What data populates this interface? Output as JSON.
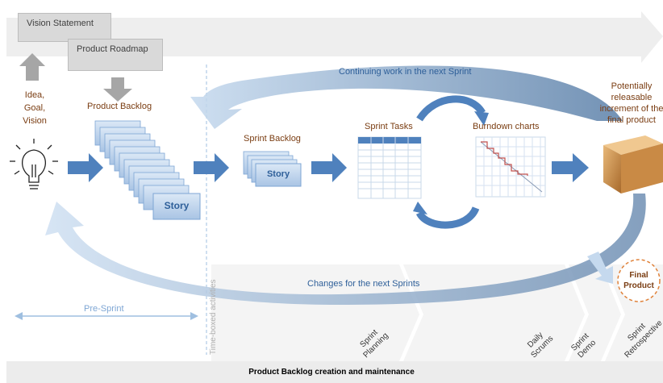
{
  "docs": {
    "vision_statement": "Vision Statement",
    "product_roadmap": "Product Roadmap"
  },
  "idea": [
    "Idea,",
    "Goal,",
    "Vision"
  ],
  "product_backlog": "Product Backlog",
  "story_big": "Story",
  "story_small": "Story",
  "sprint_backlog": "Sprint Backlog",
  "sprint_tasks": "Sprint Tasks",
  "burndown_charts": "Burndown charts",
  "potentially_releasable": [
    "Potentially",
    "releasable",
    "increment of the",
    "final product"
  ],
  "continuing_work": "Continuing work in the next Sprint",
  "changes_next": "Changes for the next Sprints",
  "final_product": [
    "Final",
    "Product"
  ],
  "pre_sprint": "Pre-Sprint",
  "time_boxed": "Time-boxed activities",
  "phases": {
    "sprint_planning": [
      "Sprint",
      "Planning"
    ],
    "daily_scrums": [
      "Daily",
      "Scrums"
    ],
    "sprint_demo": [
      "Sprint",
      "Demo"
    ],
    "sprint_retrospective": [
      "Sprint",
      "Retrospective"
    ]
  },
  "bottom_bar": "Product Backlog creation and maintenance",
  "colors": {
    "arrow_blue": "#4f81bd",
    "light_blue": "#b9d1ea",
    "text_brown": "#7a3d12",
    "text_blue": "#2e5f99",
    "band_gray": "#eeeeee",
    "final_orange": "#e0823a"
  }
}
